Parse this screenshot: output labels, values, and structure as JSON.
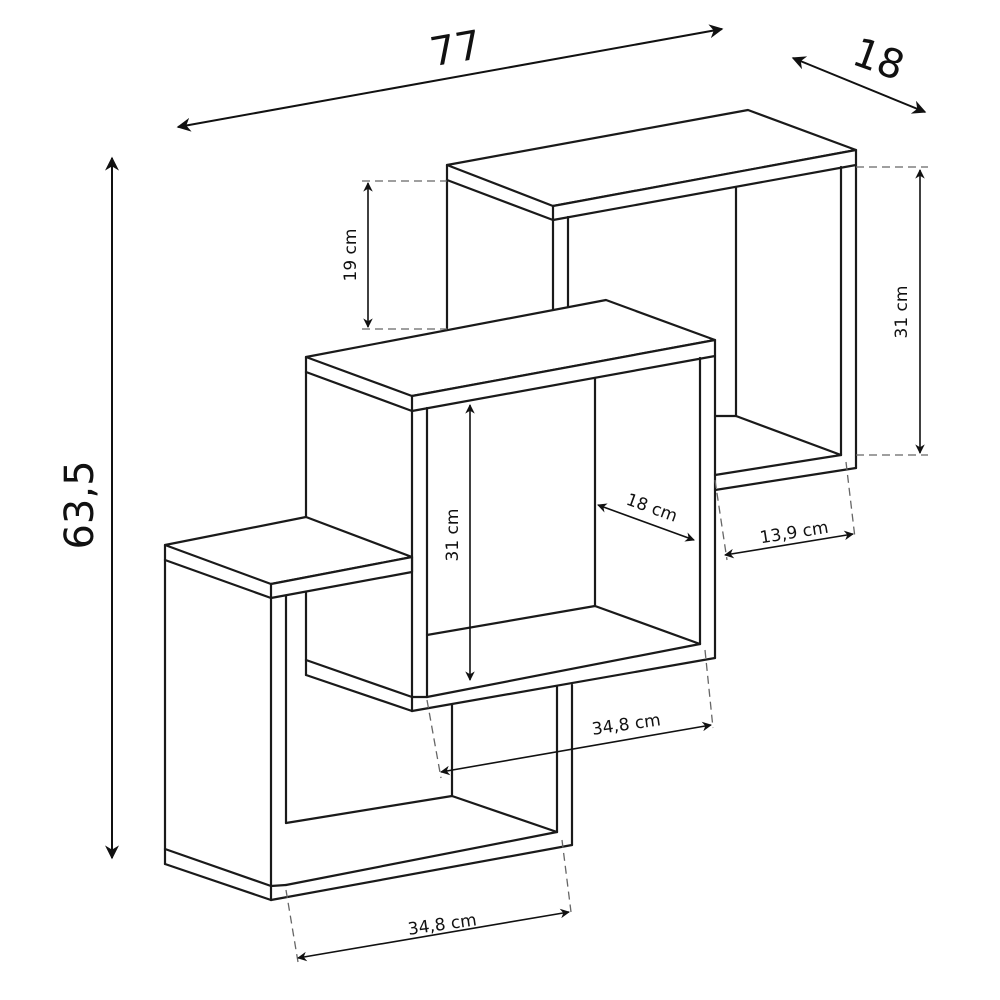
{
  "dimensions": {
    "total_width": "77",
    "depth": "18",
    "total_height": "63,5",
    "top_offset": "19 cm",
    "top_box_height": "31 cm",
    "inner_depth": "13,9 cm",
    "middle_box_height": "31 cm",
    "middle_depth": "18 cm",
    "middle_width": "34,8 cm",
    "bottom_width": "34,8 cm"
  }
}
